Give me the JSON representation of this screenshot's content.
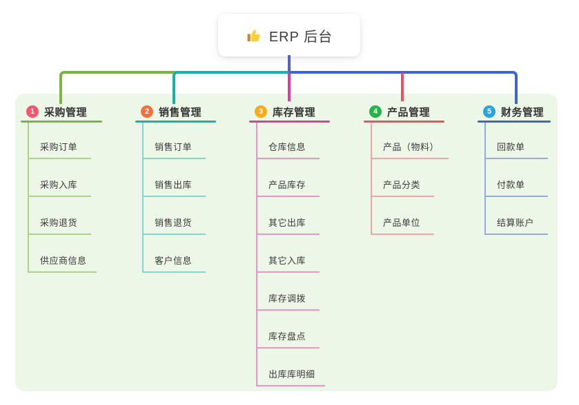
{
  "root": {
    "title": "ERP 后台",
    "icon": "thumbs-up-icon",
    "icon_colors": {
      "hand": "#fdd039",
      "sleeve": "#c9882f"
    },
    "line_color": "#4e62c9"
  },
  "panel": {
    "background": "#edf7e7"
  },
  "branches": [
    {
      "index": "1",
      "label": "采购管理",
      "badge_color": "#f4566c",
      "line_color": "#7cb342",
      "sub_line_color": "#abd383",
      "children": [
        "采购订单",
        "采购入库",
        "采购退货",
        "供应商信息"
      ]
    },
    {
      "index": "2",
      "label": "销售管理",
      "badge_color": "#f2713b",
      "line_color": "#16b2a7",
      "sub_line_color": "#7fd6cd",
      "children": [
        "销售订单",
        "销售出库",
        "销售退货",
        "客户信息"
      ]
    },
    {
      "index": "3",
      "label": "库存管理",
      "badge_color": "#fbab17",
      "line_color": "#e03b9a",
      "sub_line_color": "#f191c8",
      "children": [
        "仓库信息",
        "产品库存",
        "其它出库",
        "其它入库",
        "库存调拨",
        "库存盘点",
        "出库库明细"
      ]
    },
    {
      "index": "4",
      "label": "产品管理",
      "badge_color": "#27b24b",
      "line_color": "#f25062",
      "sub_line_color": "#f8a3a3",
      "children": [
        "产品（物料）",
        "产品分类",
        "产品单位"
      ]
    },
    {
      "index": "5",
      "label": "财务管理",
      "badge_color": "#2ba3e0",
      "line_color": "#4164cb",
      "sub_line_color": "#93a9e2",
      "children": [
        "回款单",
        "付款单",
        "结算账户"
      ]
    }
  ]
}
